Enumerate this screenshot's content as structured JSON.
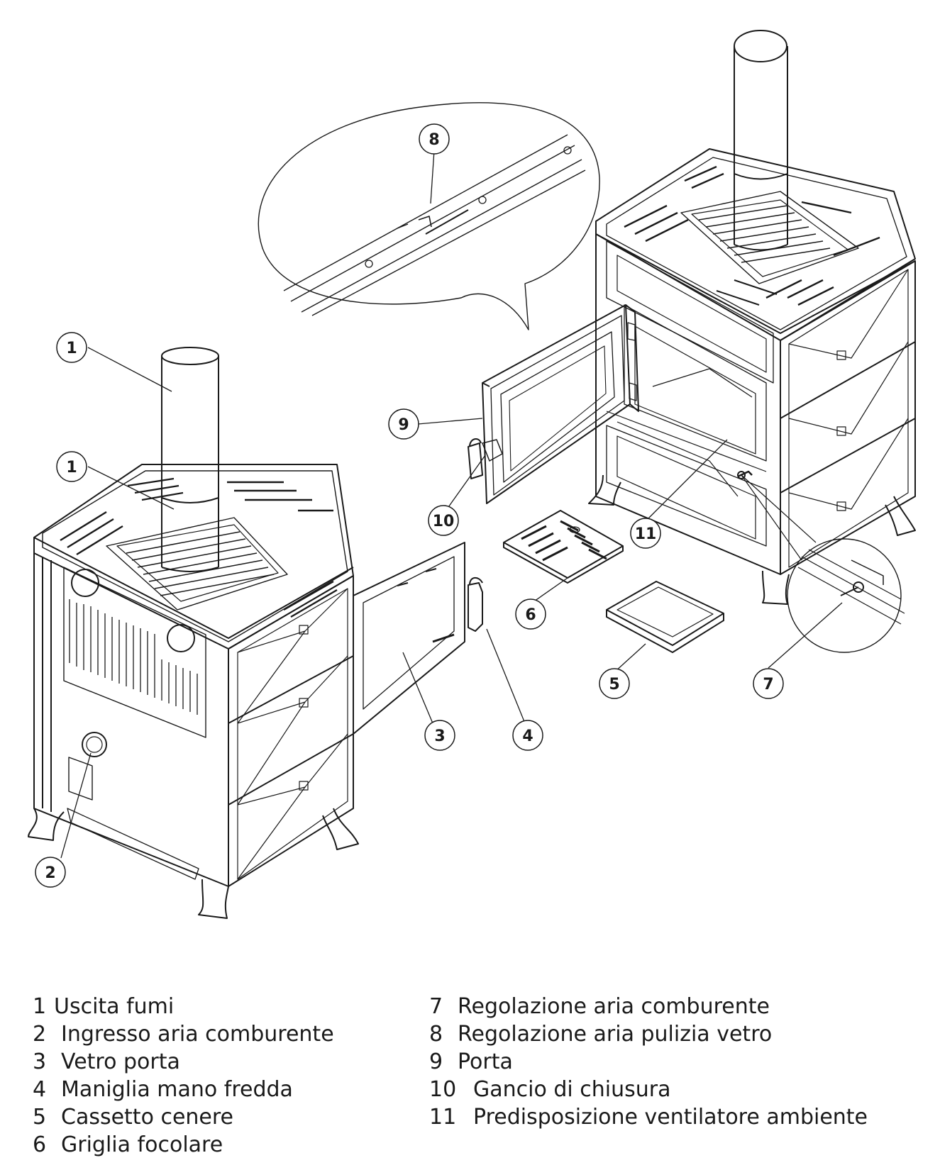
{
  "callouts": [
    {
      "id": "c1a",
      "label": "1"
    },
    {
      "id": "c1b",
      "label": "1"
    },
    {
      "id": "c2",
      "label": "2"
    },
    {
      "id": "c3",
      "label": "3"
    },
    {
      "id": "c4",
      "label": "4"
    },
    {
      "id": "c5",
      "label": "5"
    },
    {
      "id": "c6",
      "label": "6"
    },
    {
      "id": "c7",
      "label": "7"
    },
    {
      "id": "c8",
      "label": "8"
    },
    {
      "id": "c9",
      "label": "9"
    },
    {
      "id": "c10",
      "label": "10"
    },
    {
      "id": "c11",
      "label": "11"
    }
  ],
  "legend": {
    "left": [
      {
        "num": "1",
        "text": "Uscita fumi"
      },
      {
        "num": "2",
        "text": "Ingresso aria comburente"
      },
      {
        "num": "3",
        "text": "Vetro porta"
      },
      {
        "num": "4",
        "text": "Maniglia mano fredda"
      },
      {
        "num": "5",
        "text": "Cassetto cenere"
      },
      {
        "num": "6",
        "text": "Griglia focolare"
      }
    ],
    "right": [
      {
        "num": "7",
        "text": "Regolazione aria comburente"
      },
      {
        "num": "8",
        "text": "Regolazione aria pulizia vetro"
      },
      {
        "num": "9",
        "text": "Porta"
      },
      {
        "num": "10",
        "text": "Gancio di chiusura"
      },
      {
        "num": "11",
        "text": "Predisposizione ventilatore ambiente"
      }
    ]
  }
}
